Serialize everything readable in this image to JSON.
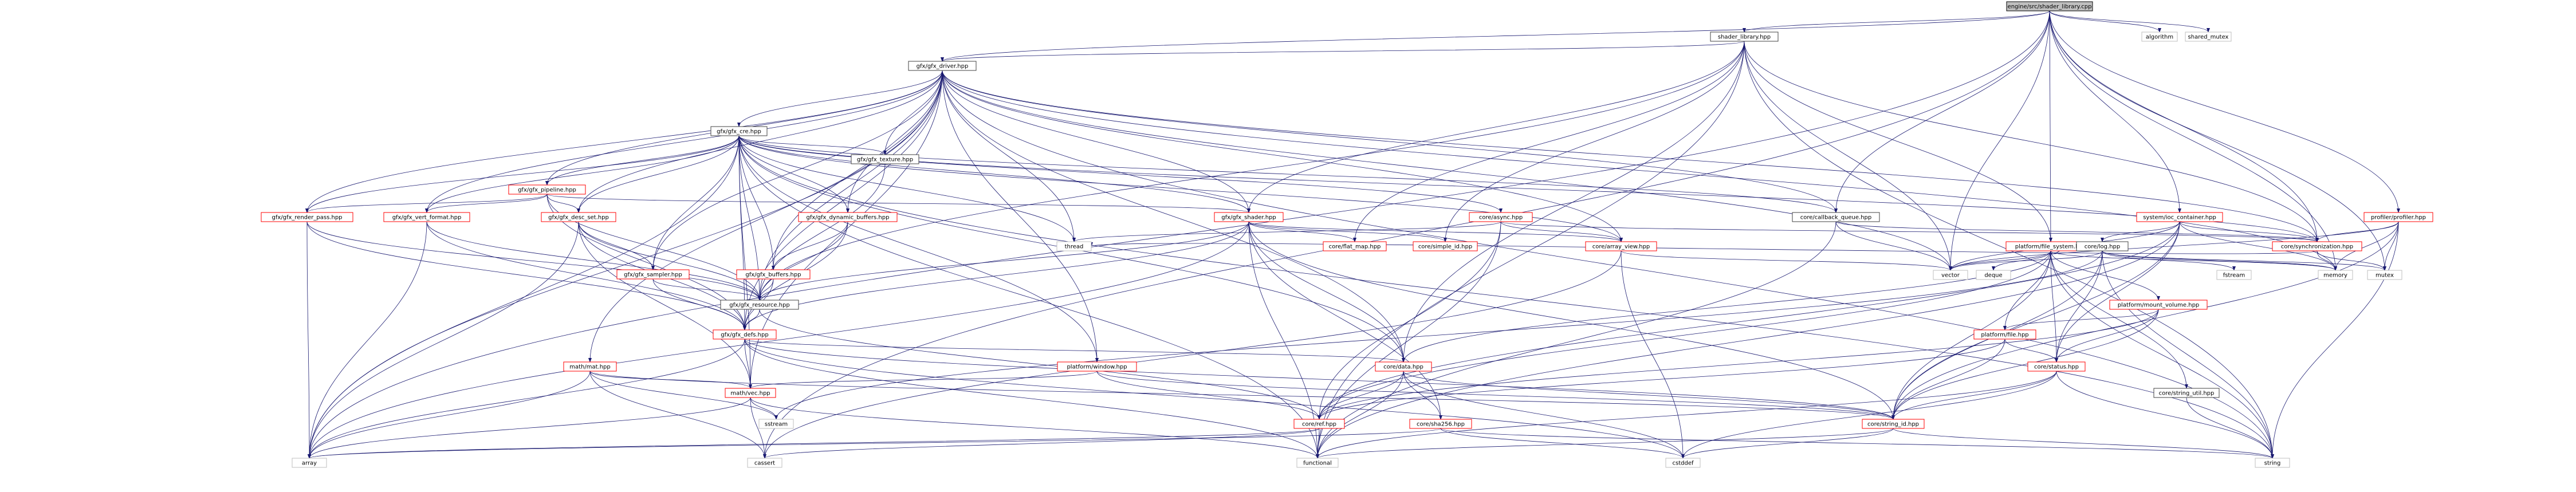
{
  "graph": {
    "root": "engine/src/shader_library.cpp",
    "colors": {
      "root_fill": "#bfbfbf",
      "root_stroke": "#000000",
      "missing_stroke": "#ff0000",
      "documented_stroke": "#404040",
      "node_fill": "#ffffff",
      "edge": "#191970"
    },
    "nodes": [
      {
        "id": "root",
        "label": "engine/src/shader_library.cpp",
        "kind": "root"
      },
      {
        "id": "algorithm",
        "label": "algorithm",
        "kind": "system"
      },
      {
        "id": "shared_mutex",
        "label": "shared_mutex",
        "kind": "system"
      },
      {
        "id": "shader_library_hpp",
        "label": "shader_library.hpp",
        "kind": "doc"
      },
      {
        "id": "gfx_driver",
        "label": "gfx/gfx_driver.hpp",
        "kind": "doc"
      },
      {
        "id": "gfx_cre",
        "label": "gfx/gfx_cre.hpp",
        "kind": "doc"
      },
      {
        "id": "gfx_texture",
        "label": "gfx/gfx_texture.hpp",
        "kind": "doc"
      },
      {
        "id": "gfx_pipeline",
        "label": "gfx/gfx_pipeline.hpp",
        "kind": "missing"
      },
      {
        "id": "gfx_render_pass",
        "label": "gfx/gfx_render_pass.hpp",
        "kind": "missing"
      },
      {
        "id": "gfx_vert_format",
        "label": "gfx/gfx_vert_format.hpp",
        "kind": "missing"
      },
      {
        "id": "gfx_desc_set",
        "label": "gfx/gfx_desc_set.hpp",
        "kind": "missing"
      },
      {
        "id": "gfx_dynamic_buffers",
        "label": "gfx/gfx_dynamic_buffers.hpp",
        "kind": "missing"
      },
      {
        "id": "gfx_shader",
        "label": "gfx/gfx_shader.hpp",
        "kind": "missing"
      },
      {
        "id": "gfx_sampler",
        "label": "gfx/gfx_sampler.hpp",
        "kind": "missing"
      },
      {
        "id": "gfx_buffers",
        "label": "gfx/gfx_buffers.hpp",
        "kind": "missing"
      },
      {
        "id": "gfx_resource",
        "label": "gfx/gfx_resource.hpp",
        "kind": "doc"
      },
      {
        "id": "gfx_defs",
        "label": "gfx/gfx_defs.hpp",
        "kind": "missing"
      },
      {
        "id": "math_mat",
        "label": "math/mat.hpp",
        "kind": "missing"
      },
      {
        "id": "math_vec",
        "label": "math/vec.hpp",
        "kind": "missing"
      },
      {
        "id": "platform_window",
        "label": "platform/window.hpp",
        "kind": "missing"
      },
      {
        "id": "core_async",
        "label": "core/async.hpp",
        "kind": "missing"
      },
      {
        "id": "core_flat_map",
        "label": "core/flat_map.hpp",
        "kind": "missing"
      },
      {
        "id": "core_simple_id",
        "label": "core/simple_id.hpp",
        "kind": "missing"
      },
      {
        "id": "core_array_view",
        "label": "core/array_view.hpp",
        "kind": "missing"
      },
      {
        "id": "core_callback_queue",
        "label": "core/callback_queue.hpp",
        "kind": "doc"
      },
      {
        "id": "core_data",
        "label": "core/data.hpp",
        "kind": "missing"
      },
      {
        "id": "core_ref",
        "label": "core/ref.hpp",
        "kind": "missing"
      },
      {
        "id": "core_sha256",
        "label": "core/sha256.hpp",
        "kind": "missing"
      },
      {
        "id": "system_ioc",
        "label": "system/ioc_container.hpp",
        "kind": "missing"
      },
      {
        "id": "platform_file_system",
        "label": "platform/file_system.hpp",
        "kind": "missing"
      },
      {
        "id": "platform_mount_volume",
        "label": "platform/mount_volume.hpp",
        "kind": "missing"
      },
      {
        "id": "platform_file",
        "label": "platform/file.hpp",
        "kind": "missing"
      },
      {
        "id": "core_status",
        "label": "core/status.hpp",
        "kind": "missing"
      },
      {
        "id": "core_string_id",
        "label": "core/string_id.hpp",
        "kind": "missing"
      },
      {
        "id": "core_string_util",
        "label": "core/string_util.hpp",
        "kind": "doc"
      },
      {
        "id": "core_log",
        "label": "core/log.hpp",
        "kind": "doc"
      },
      {
        "id": "core_synchronization",
        "label": "core/synchronization.hpp",
        "kind": "missing"
      },
      {
        "id": "profiler",
        "label": "profiler/profiler.hpp",
        "kind": "missing"
      },
      {
        "id": "thread",
        "label": "thread",
        "kind": "system"
      },
      {
        "id": "vector",
        "label": "vector",
        "kind": "system"
      },
      {
        "id": "deque",
        "label": "deque",
        "kind": "system"
      },
      {
        "id": "fstream",
        "label": "fstream",
        "kind": "system"
      },
      {
        "id": "memory",
        "label": "memory",
        "kind": "system"
      },
      {
        "id": "mutex",
        "label": "mutex",
        "kind": "system"
      },
      {
        "id": "sstream",
        "label": "sstream",
        "kind": "system"
      },
      {
        "id": "array",
        "label": "array",
        "kind": "system"
      },
      {
        "id": "cassert",
        "label": "cassert",
        "kind": "system"
      },
      {
        "id": "functional",
        "label": "functional",
        "kind": "system"
      },
      {
        "id": "cstddef",
        "label": "cstddef",
        "kind": "system"
      },
      {
        "id": "string",
        "label": "string",
        "kind": "system"
      }
    ],
    "edges": [
      [
        "root",
        "algorithm"
      ],
      [
        "root",
        "shared_mutex"
      ],
      [
        "root",
        "shader_library_hpp"
      ],
      [
        "root",
        "gfx_driver"
      ],
      [
        "root",
        "cassert"
      ],
      [
        "root",
        "array"
      ],
      [
        "root",
        "core_synchronization"
      ],
      [
        "root",
        "system_ioc"
      ],
      [
        "root",
        "profiler"
      ],
      [
        "root",
        "platform_file_system"
      ],
      [
        "root",
        "mutex"
      ],
      [
        "root",
        "memory"
      ],
      [
        "root",
        "vector"
      ],
      [
        "root",
        "core_callback_queue"
      ],
      [
        "shader_library_hpp",
        "gfx_driver"
      ],
      [
        "shader_library_hpp",
        "gfx_shader"
      ],
      [
        "shader_library_hpp",
        "core_flat_map"
      ],
      [
        "shader_library_hpp",
        "core_simple_id"
      ],
      [
        "shader_library_hpp",
        "core_data"
      ],
      [
        "shader_library_hpp",
        "platform_file_system"
      ],
      [
        "shader_library_hpp",
        "core_synchronization"
      ],
      [
        "shader_library_hpp",
        "string"
      ],
      [
        "shader_library_hpp",
        "functional"
      ],
      [
        "shader_library_hpp",
        "vector"
      ],
      [
        "shader_library_hpp",
        "gfx_resource"
      ],
      [
        "gfx_driver",
        "gfx_cre"
      ],
      [
        "gfx_driver",
        "gfx_texture"
      ],
      [
        "gfx_driver",
        "gfx_pipeline"
      ],
      [
        "gfx_driver",
        "gfx_render_pass"
      ],
      [
        "gfx_driver",
        "gfx_vert_format"
      ],
      [
        "gfx_driver",
        "gfx_desc_set"
      ],
      [
        "gfx_driver",
        "gfx_dynamic_buffers"
      ],
      [
        "gfx_driver",
        "gfx_shader"
      ],
      [
        "gfx_driver",
        "gfx_sampler"
      ],
      [
        "gfx_driver",
        "gfx_buffers"
      ],
      [
        "gfx_driver",
        "gfx_resource"
      ],
      [
        "gfx_driver",
        "gfx_defs"
      ],
      [
        "gfx_driver",
        "math_mat"
      ],
      [
        "gfx_driver",
        "math_vec"
      ],
      [
        "gfx_driver",
        "platform_window"
      ],
      [
        "gfx_driver",
        "core_callback_queue"
      ],
      [
        "gfx_driver",
        "core_array_view"
      ],
      [
        "gfx_driver",
        "core_data"
      ],
      [
        "gfx_driver",
        "core_synchronization"
      ],
      [
        "gfx_driver",
        "thread"
      ],
      [
        "gfx_driver",
        "array"
      ],
      [
        "gfx_driver",
        "string"
      ],
      [
        "gfx_driver",
        "memory"
      ],
      [
        "gfx_driver",
        "vector"
      ],
      [
        "gfx_cre",
        "gfx_texture"
      ],
      [
        "gfx_cre",
        "gfx_pipeline"
      ],
      [
        "gfx_cre",
        "gfx_render_pass"
      ],
      [
        "gfx_cre",
        "gfx_vert_format"
      ],
      [
        "gfx_cre",
        "gfx_desc_set"
      ],
      [
        "gfx_cre",
        "gfx_dynamic_buffers"
      ],
      [
        "gfx_cre",
        "gfx_shader"
      ],
      [
        "gfx_cre",
        "gfx_sampler"
      ],
      [
        "gfx_cre",
        "gfx_buffers"
      ],
      [
        "gfx_cre",
        "gfx_resource"
      ],
      [
        "gfx_cre",
        "gfx_defs"
      ],
      [
        "gfx_cre",
        "core_async"
      ],
      [
        "gfx_cre",
        "core_array_view"
      ],
      [
        "gfx_cre",
        "core_callback_queue"
      ],
      [
        "gfx_cre",
        "core_synchronization"
      ],
      [
        "gfx_cre",
        "thread"
      ],
      [
        "gfx_cre",
        "functional"
      ],
      [
        "gfx_cre",
        "string"
      ],
      [
        "gfx_cre",
        "array"
      ],
      [
        "gfx_cre",
        "platform_window"
      ],
      [
        "gfx_cre",
        "math_vec"
      ],
      [
        "gfx_cre",
        "core_data"
      ],
      [
        "gfx_texture",
        "gfx_resource"
      ],
      [
        "gfx_pipeline",
        "gfx_render_pass"
      ],
      [
        "gfx_pipeline",
        "gfx_vert_format"
      ],
      [
        "gfx_pipeline",
        "gfx_desc_set"
      ],
      [
        "gfx_pipeline",
        "gfx_shader"
      ],
      [
        "gfx_pipeline",
        "gfx_resource"
      ],
      [
        "gfx_pipeline",
        "gfx_defs"
      ],
      [
        "gfx_render_pass",
        "gfx_resource"
      ],
      [
        "gfx_render_pass",
        "gfx_defs"
      ],
      [
        "gfx_render_pass",
        "array"
      ],
      [
        "gfx_vert_format",
        "gfx_resource"
      ],
      [
        "gfx_vert_format",
        "gfx_defs"
      ],
      [
        "gfx_vert_format",
        "array"
      ],
      [
        "gfx_desc_set",
        "gfx_sampler"
      ],
      [
        "gfx_desc_set",
        "gfx_resource"
      ],
      [
        "gfx_desc_set",
        "gfx_defs"
      ],
      [
        "gfx_desc_set",
        "array"
      ],
      [
        "gfx_desc_set",
        "math_vec"
      ],
      [
        "gfx_dynamic_buffers",
        "gfx_buffers"
      ],
      [
        "gfx_dynamic_buffers",
        "gfx_resource"
      ],
      [
        "gfx_dynamic_buffers",
        "gfx_defs"
      ],
      [
        "gfx_shader",
        "gfx_resource"
      ],
      [
        "gfx_shader",
        "gfx_defs"
      ],
      [
        "gfx_shader",
        "core_flat_map"
      ],
      [
        "gfx_shader",
        "core_simple_id"
      ],
      [
        "gfx_shader",
        "core_array_view"
      ],
      [
        "gfx_shader",
        "core_data"
      ],
      [
        "gfx_shader",
        "core_sha256"
      ],
      [
        "gfx_shader",
        "core_string_id"
      ],
      [
        "gfx_shader",
        "functional"
      ],
      [
        "gfx_shader",
        "array"
      ],
      [
        "gfx_sampler",
        "gfx_resource"
      ],
      [
        "gfx_sampler",
        "gfx_defs"
      ],
      [
        "gfx_buffers",
        "gfx_resource"
      ],
      [
        "gfx_buffers",
        "gfx_defs"
      ],
      [
        "gfx_resource",
        "gfx_defs"
      ],
      [
        "gfx_resource",
        "core_ref"
      ],
      [
        "gfx_defs",
        "math_vec"
      ],
      [
        "gfx_defs",
        "core_data"
      ],
      [
        "gfx_defs",
        "core_string_id"
      ],
      [
        "gfx_defs",
        "array"
      ],
      [
        "gfx_defs",
        "cstddef"
      ],
      [
        "gfx_defs",
        "functional"
      ],
      [
        "math_mat",
        "math_vec"
      ],
      [
        "math_mat",
        "array"
      ],
      [
        "math_mat",
        "sstream"
      ],
      [
        "math_mat",
        "cassert"
      ],
      [
        "math_mat",
        "core_string_id"
      ],
      [
        "math_vec",
        "array"
      ],
      [
        "math_vec",
        "sstream"
      ],
      [
        "math_vec",
        "cassert"
      ],
      [
        "math_vec",
        "functional"
      ],
      [
        "platform_window",
        "math_vec"
      ],
      [
        "platform_window",
        "core_ref"
      ],
      [
        "platform_window",
        "core_string_id"
      ],
      [
        "core_async",
        "core_array_view"
      ],
      [
        "core_async",
        "core_synchronization"
      ],
      [
        "core_async",
        "core_ref"
      ],
      [
        "core_async",
        "functional"
      ],
      [
        "core_async",
        "thread"
      ],
      [
        "core_array_view",
        "cassert"
      ],
      [
        "core_array_view",
        "cstddef"
      ],
      [
        "core_array_view",
        "vector"
      ],
      [
        "core_callback_queue",
        "core_synchronization"
      ],
      [
        "core_callback_queue",
        "functional"
      ],
      [
        "core_callback_queue",
        "vector"
      ],
      [
        "core_data",
        "core_ref"
      ],
      [
        "core_data",
        "core_sha256"
      ],
      [
        "core_data",
        "core_string_id"
      ],
      [
        "core_data",
        "cstddef"
      ],
      [
        "core_data",
        "functional"
      ],
      [
        "core_ref",
        "cassert"
      ],
      [
        "core_ref",
        "functional"
      ],
      [
        "core_ref",
        "array"
      ],
      [
        "core_sha256",
        "array"
      ],
      [
        "core_sha256",
        "cstddef"
      ],
      [
        "core_sha256",
        "string"
      ],
      [
        "system_ioc",
        "core_synchronization"
      ],
      [
        "system_ioc",
        "core_log"
      ],
      [
        "system_ioc",
        "core_ref"
      ],
      [
        "system_ioc",
        "core_status"
      ],
      [
        "system_ioc",
        "core_string_id"
      ],
      [
        "system_ioc",
        "functional"
      ],
      [
        "system_ioc",
        "memory"
      ],
      [
        "system_ioc",
        "vector"
      ],
      [
        "platform_file_system",
        "platform_mount_volume"
      ],
      [
        "platform_file_system",
        "platform_file"
      ],
      [
        "platform_file_system",
        "core_status"
      ],
      [
        "platform_file_system",
        "core_string_id"
      ],
      [
        "platform_file_system",
        "core_string_util"
      ],
      [
        "platform_file_system",
        "core_log"
      ],
      [
        "platform_file_system",
        "core_ref"
      ],
      [
        "platform_file_system",
        "core_data"
      ],
      [
        "platform_file_system",
        "deque"
      ],
      [
        "platform_file_system",
        "vector"
      ],
      [
        "platform_file_system",
        "memory"
      ],
      [
        "platform_file_system",
        "string"
      ],
      [
        "platform_mount_volume",
        "platform_file"
      ],
      [
        "platform_mount_volume",
        "core_status"
      ],
      [
        "platform_mount_volume",
        "core_string_id"
      ],
      [
        "platform_mount_volume",
        "core_ref"
      ],
      [
        "platform_file",
        "core_status"
      ],
      [
        "platform_file",
        "core_string_id"
      ],
      [
        "platform_file",
        "core_ref"
      ],
      [
        "core_status",
        "core_string_id"
      ],
      [
        "core_status",
        "cstddef"
      ],
      [
        "core_status",
        "string"
      ],
      [
        "core_status",
        "functional"
      ],
      [
        "core_string_id",
        "cstddef"
      ],
      [
        "core_string_id",
        "string"
      ],
      [
        "core_string_id",
        "functional"
      ],
      [
        "core_string_util",
        "string"
      ],
      [
        "core_log",
        "fstream"
      ],
      [
        "core_log",
        "sstream"
      ],
      [
        "core_log",
        "string"
      ],
      [
        "core_log",
        "vector"
      ],
      [
        "core_log",
        "mutex"
      ],
      [
        "core_log",
        "memory"
      ],
      [
        "core_log",
        "core_string_id"
      ],
      [
        "core_log",
        "core_status"
      ],
      [
        "core_synchronization",
        "mutex"
      ],
      [
        "core_synchronization",
        "memory"
      ],
      [
        "core_synchronization",
        "thread"
      ],
      [
        "profiler",
        "core_synchronization"
      ],
      [
        "profiler",
        "memory"
      ],
      [
        "profiler",
        "mutex"
      ],
      [
        "profiler",
        "vector"
      ],
      [
        "profiler",
        "string"
      ],
      [
        "profiler",
        "core_string_id"
      ]
    ]
  }
}
